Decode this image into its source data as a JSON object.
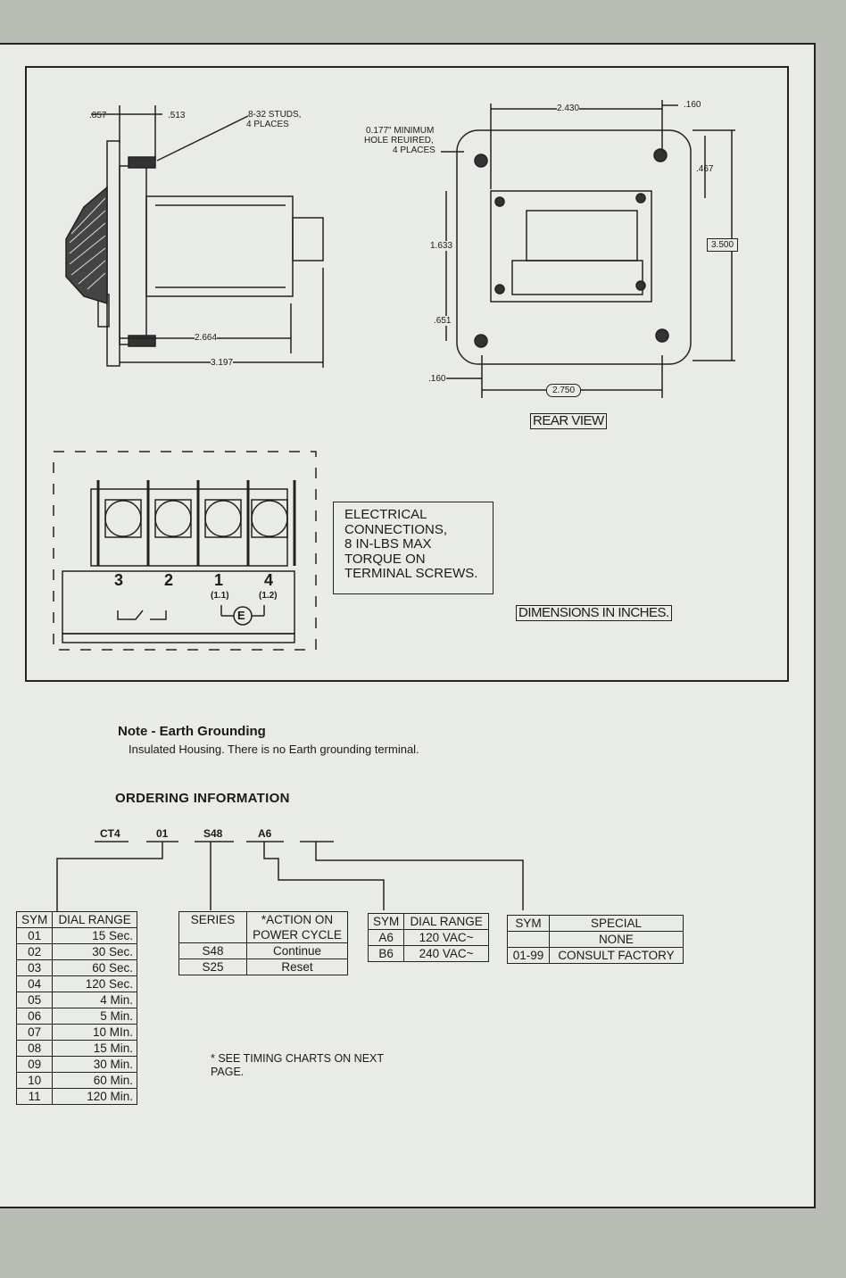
{
  "drawing": {
    "dim_857": ".857",
    "dim_513": ".513",
    "studs": "8-32 STUDS,",
    "studs_places": "4 PLACES",
    "hole_line1": "0.177\" MINIMUM",
    "hole_line2": "HOLE REUIRED,",
    "hole_line3": "4 PLACES",
    "dim_2430": "2.430",
    "dim_160_top": ".160",
    "dim_467": ".467",
    "dim_1633": "1.633",
    "dim_3500": "3.500",
    "dim_651": ".651",
    "dim_2664": "2.664",
    "dim_3197": "3.197",
    "dim_160_bottom": ".160",
    "dim_2750": "2.750",
    "rear_view": "REAR VIEW",
    "terminal_3": "3",
    "terminal_2": "2",
    "terminal_1": "1",
    "terminal_4": "4",
    "terminal_1_sub": "(1.1)",
    "terminal_4_sub": "(1.2)",
    "earth_symbol": "E",
    "electrical_notes": [
      "ELECTRICAL",
      "CONNECTIONS,",
      "8 IN-LBS MAX",
      "TORQUE ON",
      "TERMINAL SCREWS."
    ],
    "dimensions_note": "DIMENSIONS IN INCHES."
  },
  "note": {
    "title": "Note - Earth Grounding",
    "body": "Insulated Housing. There is no Earth grounding terminal."
  },
  "ordering": {
    "title": "ORDERING INFORMATION",
    "codes": [
      "CT4",
      "01",
      "S48",
      "A6"
    ],
    "dial_table": {
      "headers": [
        "SYM",
        "DIAL RANGE"
      ],
      "rows": [
        [
          "01",
          "15 Sec."
        ],
        [
          "02",
          "30 Sec."
        ],
        [
          "03",
          "60 Sec."
        ],
        [
          "04",
          "120 Sec."
        ],
        [
          "05",
          "4 Min."
        ],
        [
          "06",
          "5 Min."
        ],
        [
          "07",
          "10 MIn."
        ],
        [
          "08",
          "15 Min."
        ],
        [
          "09",
          "30 Min."
        ],
        [
          "10",
          "60 Min."
        ],
        [
          "11",
          "120 Min."
        ]
      ]
    },
    "series_table": {
      "headers": [
        "SERIES",
        "*ACTION ON POWER CYCLE"
      ],
      "rows": [
        [
          "S48",
          "Continue"
        ],
        [
          "S25",
          "Reset"
        ]
      ]
    },
    "voltage_table": {
      "headers": [
        "SYM",
        "DIAL RANGE"
      ],
      "rows": [
        [
          "A6",
          "120 VAC~"
        ],
        [
          "B6",
          "240 VAC~"
        ]
      ]
    },
    "special_table": {
      "headers": [
        "SYM",
        "SPECIAL"
      ],
      "rows": [
        [
          "",
          "NONE"
        ],
        [
          "01-99",
          "CONSULT FACTORY"
        ]
      ]
    },
    "footnote": "* SEE TIMING CHARTS ON NEXT PAGE."
  }
}
